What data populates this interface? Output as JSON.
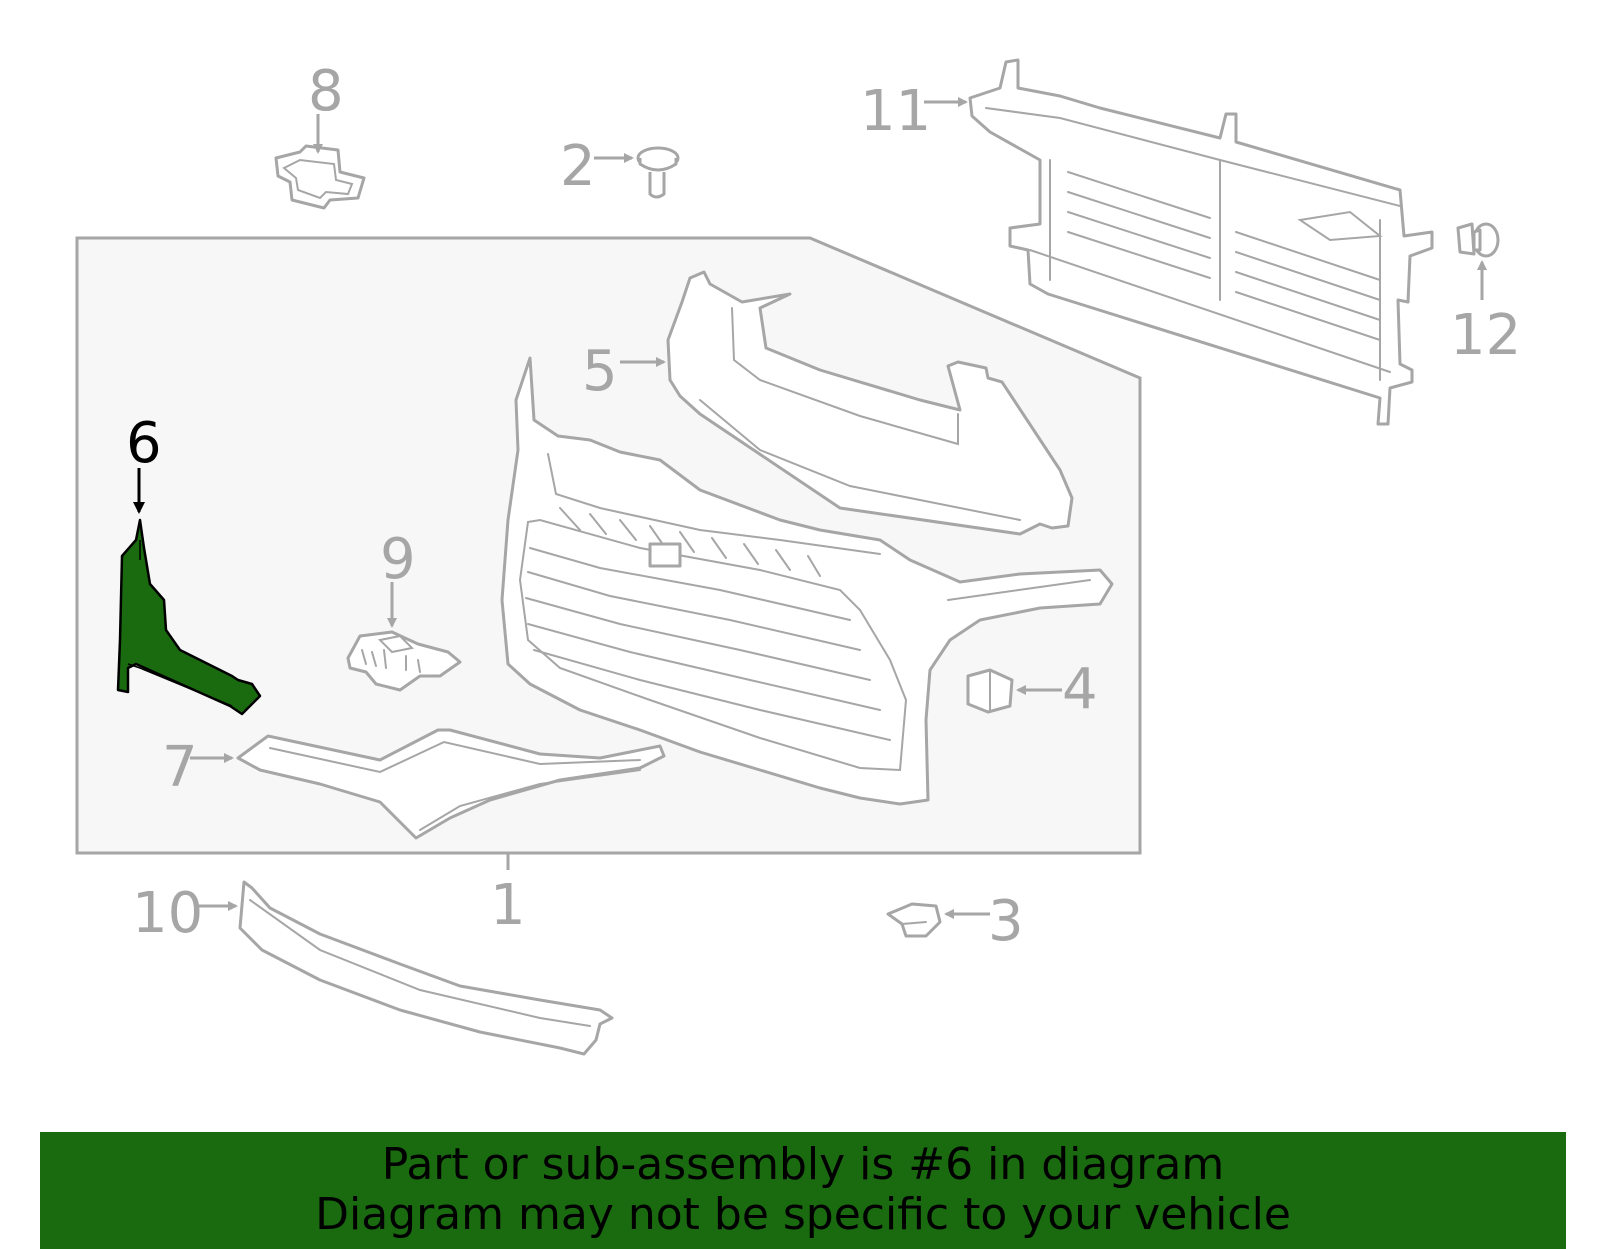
{
  "callouts": {
    "c1": "1",
    "c2": "2",
    "c3": "3",
    "c4": "4",
    "c5": "5",
    "c6": "6",
    "c7": "7",
    "c8": "8",
    "c9": "9",
    "c10": "10",
    "c11": "11",
    "c12": "12"
  },
  "highlighted_part": "6",
  "colors": {
    "highlight": "#1a6b10",
    "line": "#a6a6a6",
    "box_bg": "#f7f7f7",
    "banner": "#1a6b10"
  },
  "banner": {
    "line1": "Part or sub-assembly is #6 in diagram",
    "line2": "Diagram may not be specific to your vehicle"
  }
}
